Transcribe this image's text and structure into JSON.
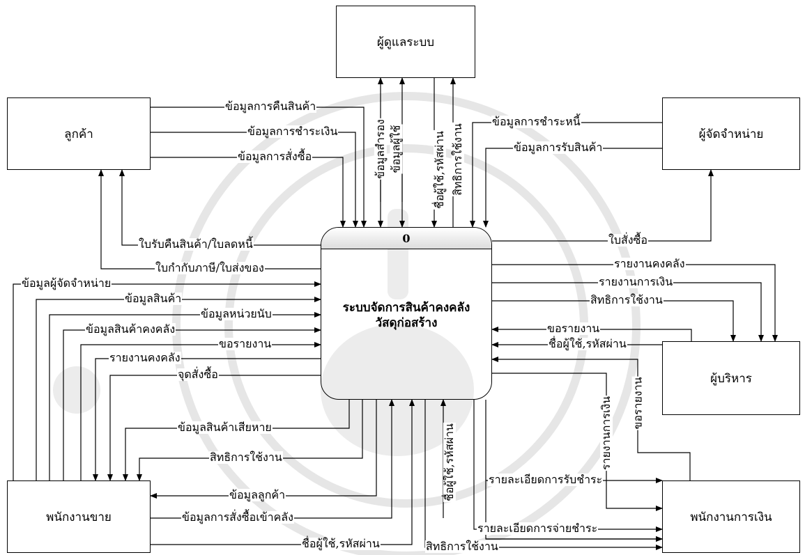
{
  "entities": {
    "admin": "ผู้ดูแลระบบ",
    "customer": "ลูกค้า",
    "supplier": "ผู้จัดจำหน่าย",
    "executive": "ผู้บริหาร",
    "sales_staff": "พนักงานขาย",
    "finance_staff": "พนักงานการเงิน"
  },
  "process": {
    "number": "0",
    "name_line1": "ระบบจัดการสินค้าคงคลัง",
    "name_line2": "วัสดุก่อสร้าง"
  },
  "flows": {
    "return_info": "ข้อมูลการคืนสินค้า",
    "payment_info": "ข้อมูลการชำระเงิน",
    "order_info": "ข้อมูลการสั่งซื้อ",
    "return_receipt": "ใบรับคืนสินค้า/ใบลดหนี้",
    "tax_invoice": "ใบกำกับภาษี/ใบส่งของ",
    "backup_info": "ข้อมูลสำรอง",
    "user_info": "ข้อมูลผู้ใช้",
    "admin_login": "ชื่อผู้ใช้,รหัสผ่าน",
    "admin_rights": "สิทธิการใช้งาน",
    "debt_payment_info": "ข้อมูลการชำระหนี้",
    "goods_receipt_info": "ข้อมูลการรับสินค้า",
    "purchase_order": "ใบสั่งซื้อ",
    "supplier_info": "ข้อมูลผู้จัดจำหน่าย",
    "product_info": "ข้อมูลสินค้า",
    "unit_info": "ข้อมูลหน่วยนับ",
    "stock_info": "ข้อมูลสินค้าคงคลัง",
    "report_request_sales": "ขอรายงาน",
    "stock_report_sales": "รายงานคงคลัง",
    "reorder_point": "จุดสั่งซื้อ",
    "damaged_info": "ข้อมูลสินค้าเสียหาย",
    "sales_rights": "สิทธิการใช้งาน",
    "customer_info": "ข้อมูลลูกค้า",
    "order_to_stock": "ข้อมูลการสั่งซื้อเข้าคลัง",
    "sales_login": "ชื่อผู้ใช้,รหัสผ่าน",
    "exec_stock_report": "รายงานคงคลัง",
    "exec_finance_report": "รายงานการเงิน",
    "exec_rights": "สิทธิการใช้งาน",
    "exec_report_request": "ขอรายงาน",
    "exec_login": "ชื่อผู้ใช้,รหัสผ่าน",
    "fin_report": "รายงานการเงิน",
    "fin_report_request": "ขอรายงาน",
    "fin_login": "ชื่อผู้ใช้,รหัสผ่าน",
    "receipt_detail": "รายละเอียดการรับชำระ",
    "disbursement_detail": "รายละเอียดการจ่ายชำระ",
    "fin_rights": "สิทธิการใช้งาน"
  }
}
